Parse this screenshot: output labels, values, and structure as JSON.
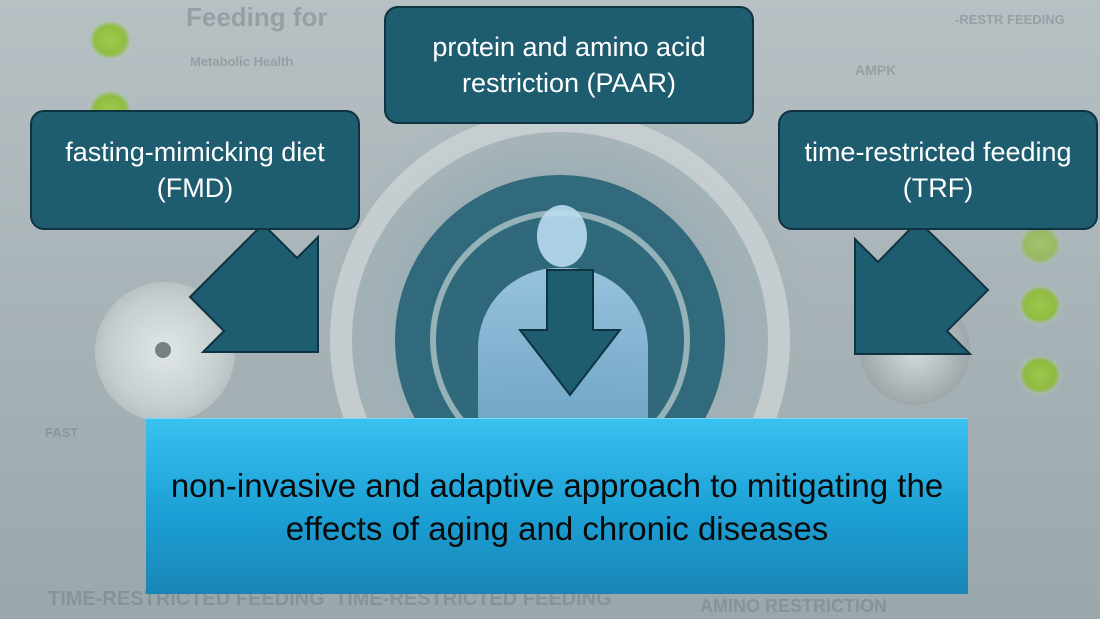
{
  "boxes": {
    "fmd": "fasting-mimicking diet (FMD)",
    "paar": "protein and amino acid restriction (PAAR)",
    "trf": "time-restricted feeding (TRF)"
  },
  "result": "non-invasive and adaptive approach to mitigating the effects of aging and chronic diseases",
  "background_text": {
    "top_left_title": "Feeding for",
    "top_left_subtitle": "Metabolic Health",
    "top_right": "-RESTR FEEDING",
    "ampk": "AMPK",
    "fast": "FAST",
    "bottom_left": "TIME-RESTRICTED FEEDING",
    "bottom_center": "TIME-RESTRICTED FEEDING",
    "bottom_right": "AMINO RESTRICTION"
  },
  "colors": {
    "box_fill": "#1e5c70",
    "arrow_fill": "#1e5c70",
    "result_fill": "#29b3e6",
    "hourglass_sand": "#8bbd2e"
  },
  "icons": [
    "down-arrow-icon",
    "diagonal-arrow-icon",
    "hourglass-icon",
    "human-figure-icon"
  ]
}
